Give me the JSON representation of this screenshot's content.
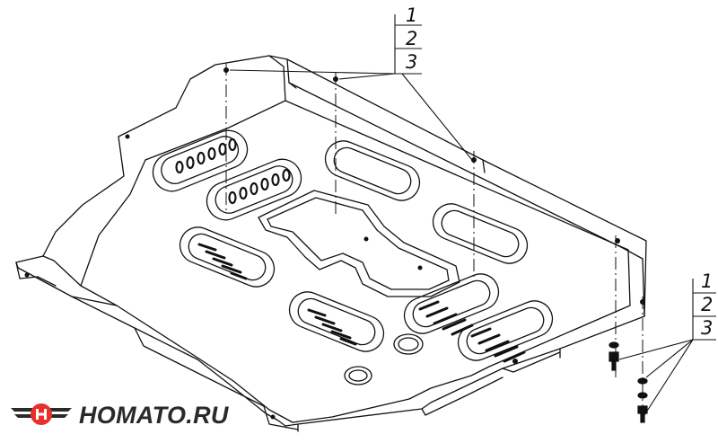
{
  "callouts": {
    "top": [
      "1",
      "2",
      "3"
    ],
    "right": [
      "1",
      "2",
      "3"
    ]
  },
  "logo": {
    "text": "HOMATO.RU",
    "accent_color": "#e8302a",
    "dark_color": "#2a2a2a"
  },
  "drawing": {
    "line_color": "#111111",
    "background": "#ffffff"
  }
}
